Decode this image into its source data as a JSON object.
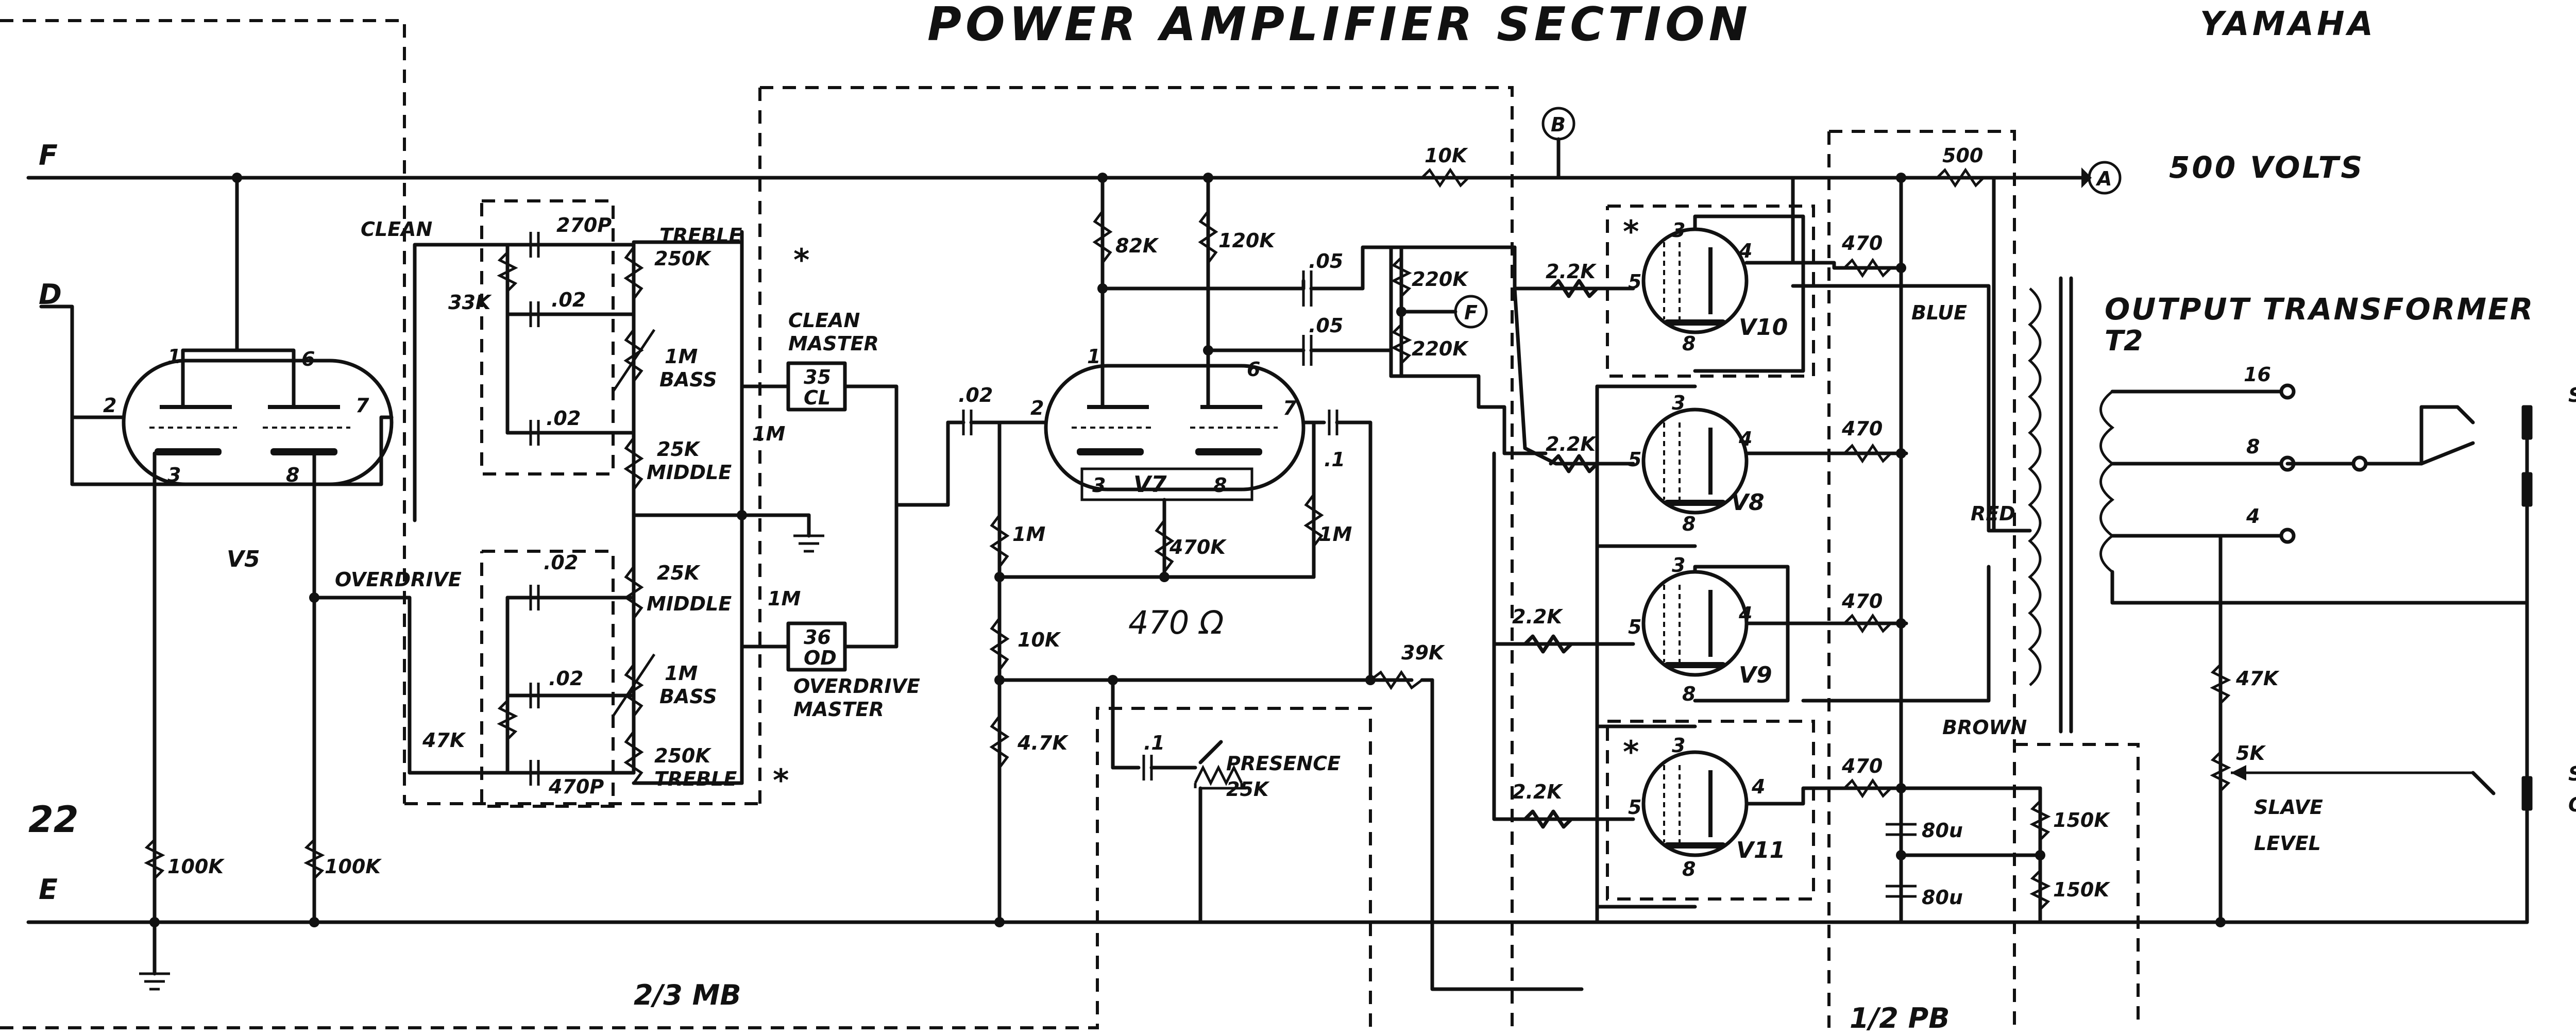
{
  "header": {
    "title": "POWER AMPLIFIER SECTION",
    "brand": "YAMAHA",
    "supply": "500 VOLTS"
  },
  "rails": {
    "f": "F",
    "d": "D",
    "e": "E"
  },
  "page_number": "22",
  "boards": {
    "mb": "2/3 MB",
    "pb": "1/2 PB"
  },
  "nodes": {
    "a": "A",
    "b": "B",
    "f": "F"
  },
  "tubes": {
    "v5": {
      "name": "V5",
      "pins": [
        "1",
        "6",
        "2",
        "7",
        "3",
        "8"
      ]
    },
    "v7": {
      "name": "V7",
      "pins": [
        "1",
        "6",
        "2",
        "7",
        "3",
        "8"
      ]
    },
    "v10": {
      "name": "V10",
      "pins": [
        "3",
        "5",
        "4",
        "8"
      ]
    },
    "v8": {
      "name": "V8",
      "pins": [
        "3",
        "5",
        "4",
        "8"
      ]
    },
    "v9": {
      "name": "V9",
      "pins": [
        "3",
        "5",
        "4",
        "8"
      ]
    },
    "v11": {
      "name": "V11",
      "pins": [
        "3",
        "5",
        "4",
        "8"
      ]
    }
  },
  "tone_stack": {
    "clean": "CLEAN",
    "overdrive": "OVERDRIVE",
    "r33k": "33K",
    "c270p": "270P",
    "c02a": ".02",
    "c02b": ".02",
    "treble1": "TREBLE",
    "treble1_val": "250K",
    "bass1_val": "1M",
    "bass1": "BASS",
    "middle1_val": "25K",
    "middle1": "MIDDLE",
    "r47k": "47K",
    "c02c": ".02",
    "c02d": ".02",
    "c470p": "470P",
    "middle2_val": "25K",
    "middle2": "MIDDLE",
    "bass2_val": "1M",
    "bass2": "BASS",
    "treble2_val": "250K",
    "treble2": "TREBLE",
    "star1": "*",
    "star2": "*"
  },
  "masters": {
    "clean_label1": "CLEAN",
    "clean_label2": "MASTER",
    "clean_box1": "35",
    "clean_box2": "CL",
    "clean_r": "1M",
    "od_box1": "36",
    "od_box2": "OD",
    "od_label1": "OVERDRIVE",
    "od_label2": "MASTER",
    "od_r": "1M",
    "c02": ".02"
  },
  "components": {
    "r100k_a": "100K",
    "r100k_b": "100K",
    "r82k": "82K",
    "r120k": "120K",
    "r10k_top": "10K",
    "r1m_left": "1M",
    "r1m_right": "1M",
    "r470k": "470K",
    "handwritten": "470 Ω",
    "r10k_mid": "10K",
    "r4_7k": "4.7K",
    "c1_top": ".1",
    "c05_a": ".05",
    "c05_b": ".05",
    "r220k_a": "220K",
    "r220k_b": "220K",
    "r39k": "39K",
    "presence_c": ".1",
    "presence": "PRESENCE",
    "presence_val": "25K",
    "r2_2k_a": "2.2K",
    "r2_2k_b": "2.2K",
    "r2_2k_c": "2.2K",
    "r2_2k_d": "2.2K",
    "r470_a": "470",
    "r470_b": "470",
    "r470_c": "470",
    "r470_d": "470",
    "r500": "500",
    "c80u_a": "80u",
    "c80u_b": "80u",
    "r150k_a": "150K",
    "r150k_b": "150K",
    "star_v10": "*",
    "star_v11": "*"
  },
  "transformer": {
    "title1": "OUTPUT TRANSFORMER",
    "title2": "T2",
    "blue": "BLUE",
    "red": "RED",
    "brown": "BROWN",
    "tap16": "16",
    "tap8": "8",
    "tap4": "4"
  },
  "output": {
    "speakers": "SPEAKERS",
    "r47k": "47K",
    "r5k": "5K",
    "slave1": "SLAVE",
    "slave2": "LEVEL",
    "slave_out1": "SLAVE",
    "slave_out2": "OUT"
  }
}
